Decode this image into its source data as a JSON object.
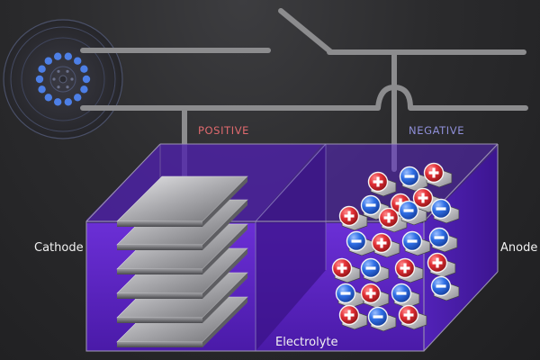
{
  "labels": {
    "positive": "POSITIVE",
    "negative": "NEGATIVE",
    "cathode": "Cathode",
    "anode": "Anode",
    "electrolyte": "Electrolyte"
  },
  "colors": {
    "positive_label": "#e06a6e",
    "negative_label": "#8f8fd8",
    "electrolyte": "#6a2fd0",
    "cation": "#d8262c",
    "anion": "#2e6be0",
    "wire": "#8c8c8e",
    "wheel_dots": "#4d7fe6"
  },
  "icons": {
    "wheel": "motor-wheel-icon",
    "switch": "switch-lever-icon",
    "plus": "plus-sign",
    "minus": "minus-sign"
  }
}
